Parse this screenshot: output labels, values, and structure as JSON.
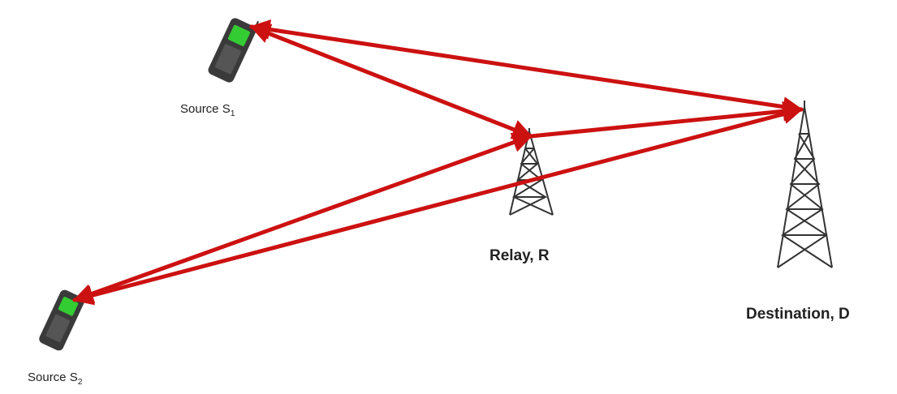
{
  "labels": {
    "source1": {
      "text": "Source S",
      "subscript": "1"
    },
    "source2": {
      "text": "Source S",
      "subscript": "2"
    },
    "relay": "Relay, R",
    "destination": "Destination, D"
  },
  "colors": {
    "link": "#cc1111",
    "tower": "#333333",
    "phone_body": "#3a3a3a",
    "phone_screen": "#33cc33",
    "text": "#222222"
  },
  "icons": {
    "source1": "mobile-phone-icon",
    "source2": "mobile-phone-icon",
    "relay": "cell-tower-icon",
    "destination": "cell-tower-icon"
  }
}
